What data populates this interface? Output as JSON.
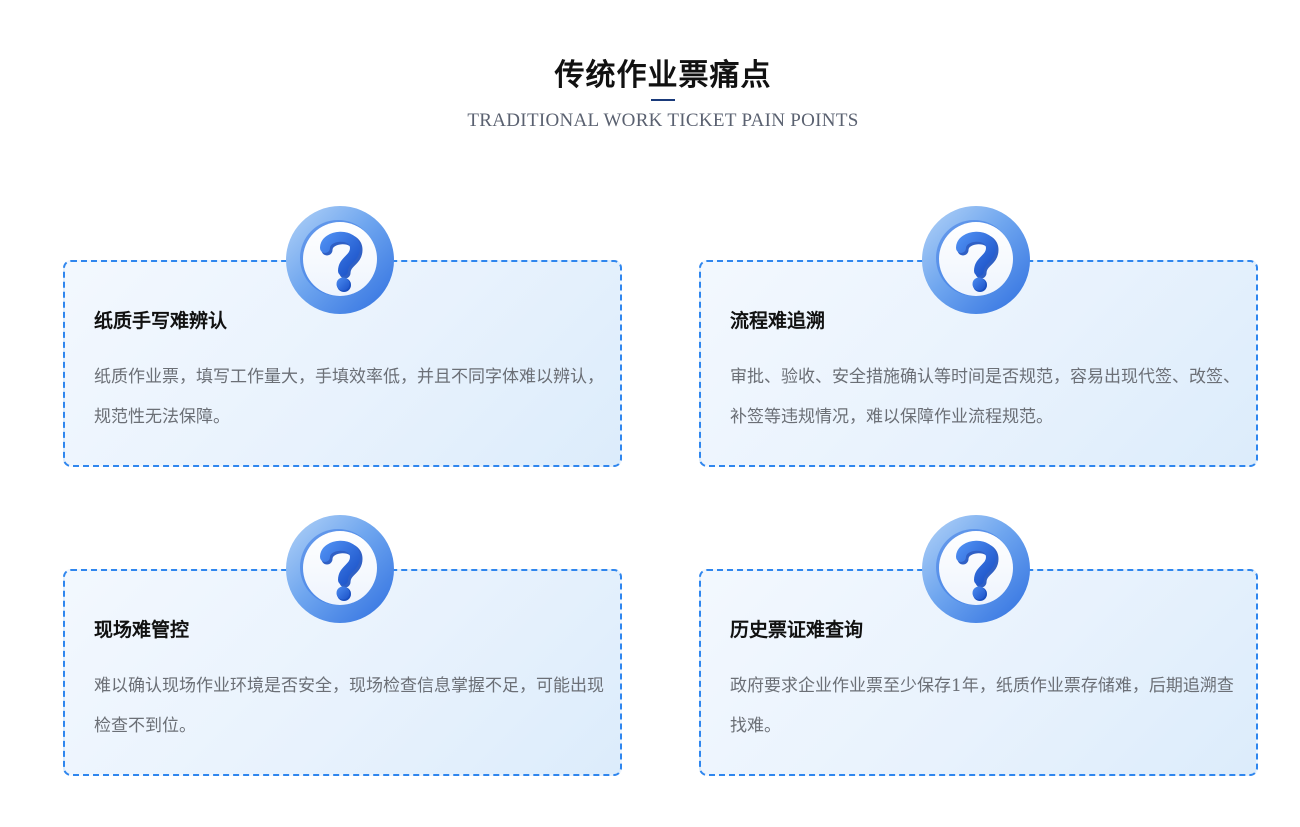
{
  "header": {
    "title": "传统作业票痛点",
    "subtitle": "TRADITIONAL WORK TICKET PAIN POINTS"
  },
  "colors": {
    "accent": "#2f86ee",
    "icon_blue": "#2f6fe0",
    "title": "#111111",
    "text": "#6b6f76"
  },
  "cards": [
    {
      "icon": "question-mark-icon",
      "title": "纸质手写难辨认",
      "desc": "纸质作业票，填写工作量大，手填效率低，并且不同字体难以辨认，规范性无法保障。"
    },
    {
      "icon": "question-mark-icon",
      "title": "流程难追溯",
      "desc": "审批、验收、安全措施确认等时间是否规范，容易出现代签、改签、补签等违规情况，难以保障作业流程规范。"
    },
    {
      "icon": "question-mark-icon",
      "title": "现场难管控",
      "desc": "难以确认现场作业环境是否安全，现场检查信息掌握不足，可能出现检查不到位。"
    },
    {
      "icon": "question-mark-icon",
      "title": "历史票证难查询",
      "desc": "政府要求企业作业票至少保存1年，纸质作业票存储难，后期追溯查找难。"
    }
  ]
}
